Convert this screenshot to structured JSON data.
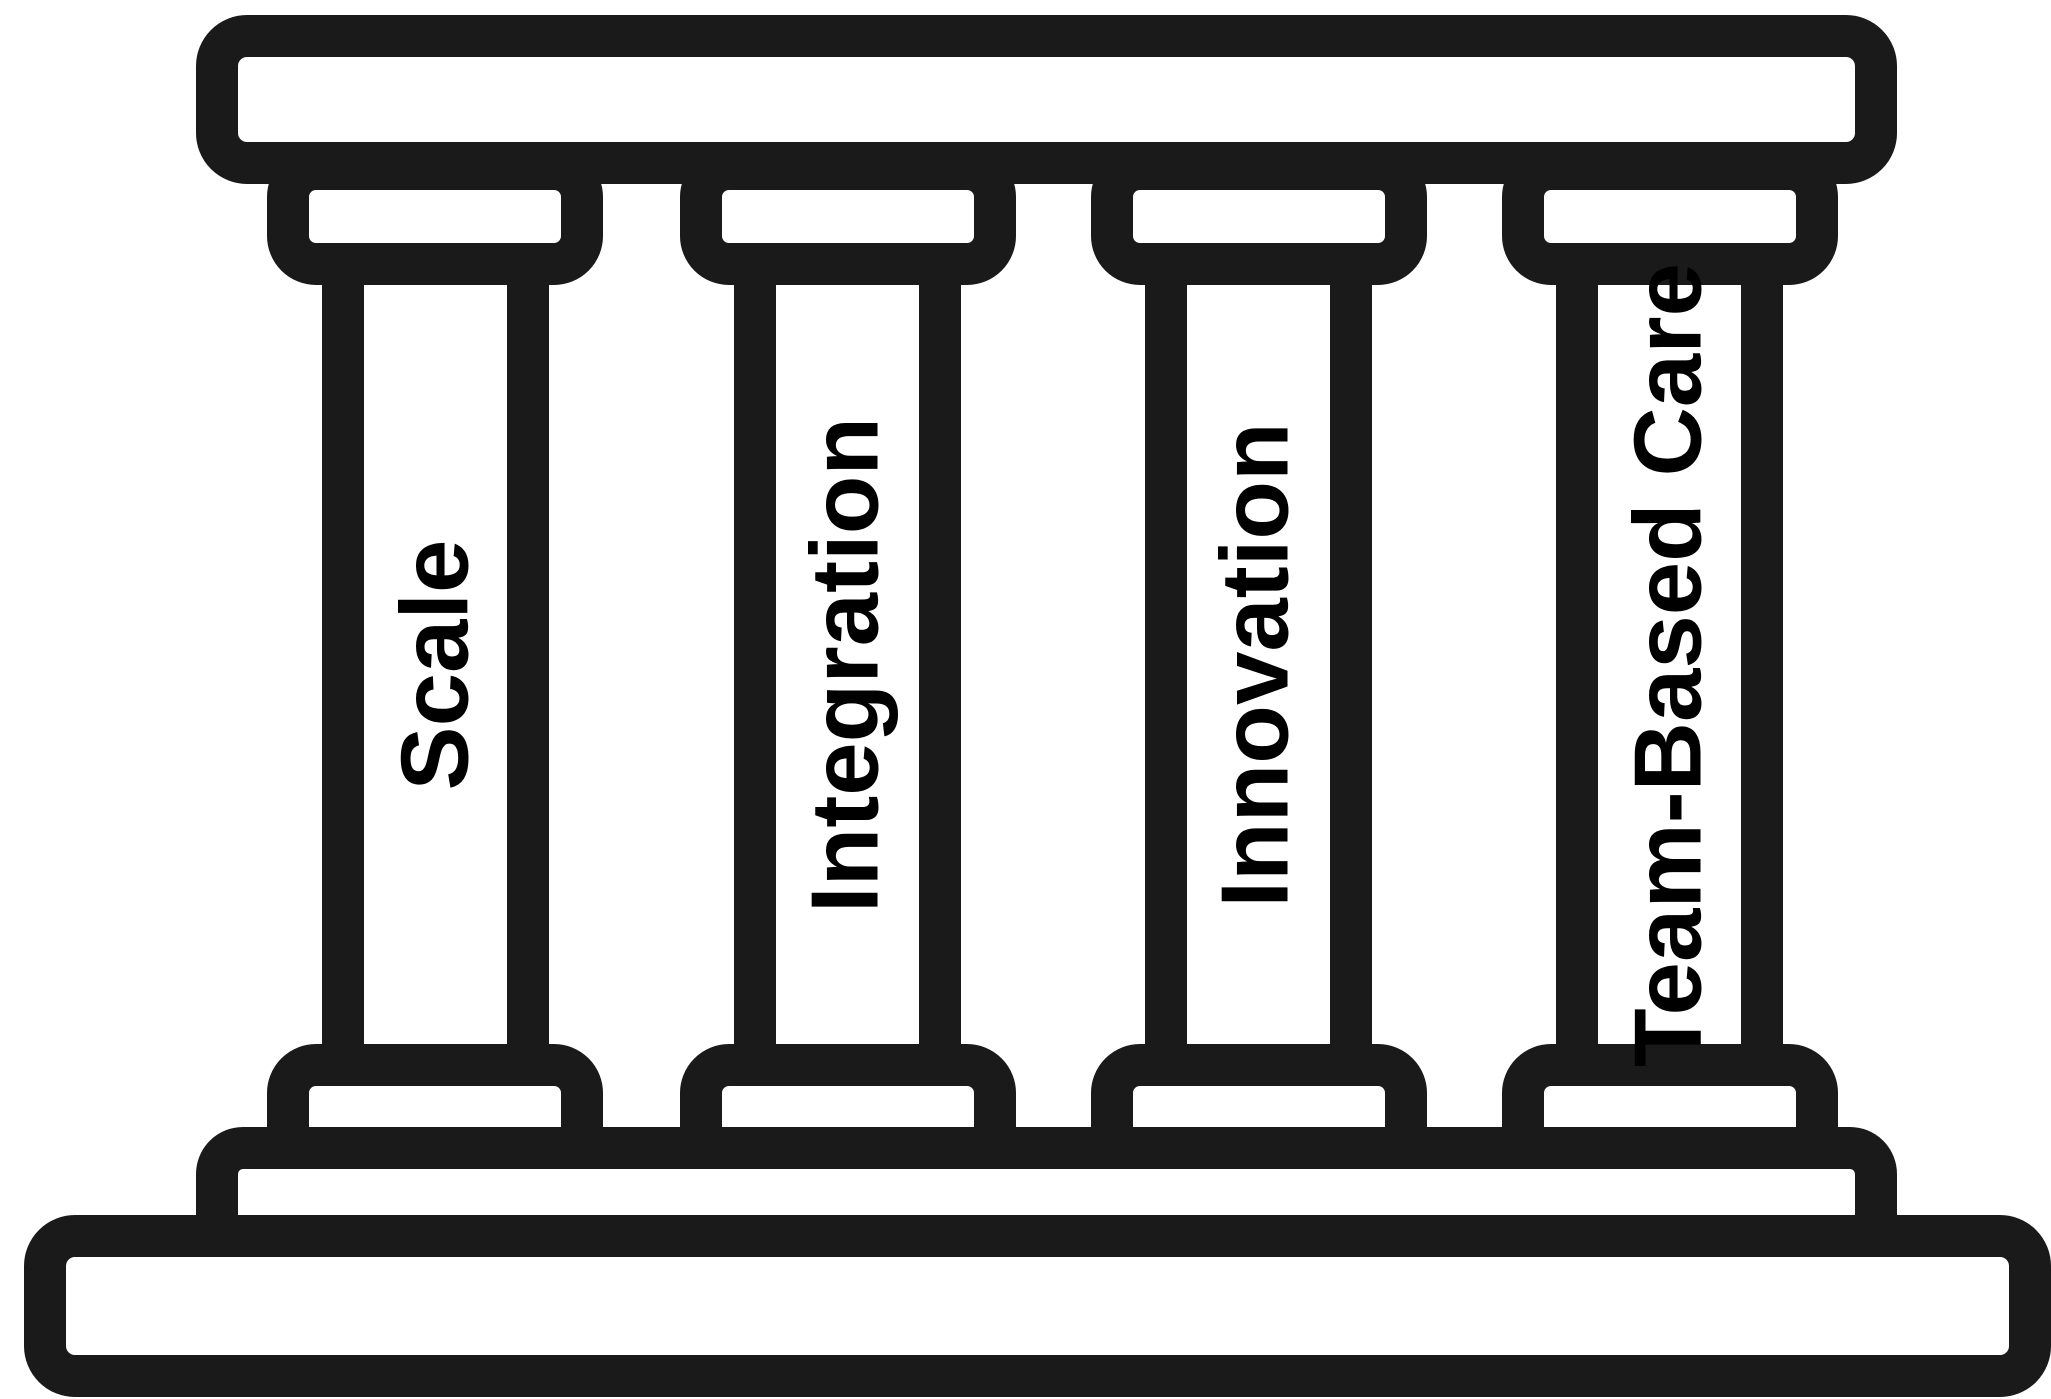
{
  "colors": {
    "outline": "#1a1a1a",
    "fill": "#ffffff",
    "text": "#000000"
  },
  "pillars": [
    {
      "label": "Scale"
    },
    {
      "label": "Integration"
    },
    {
      "label": "Innovation"
    },
    {
      "label": "Team-Based Care"
    }
  ]
}
